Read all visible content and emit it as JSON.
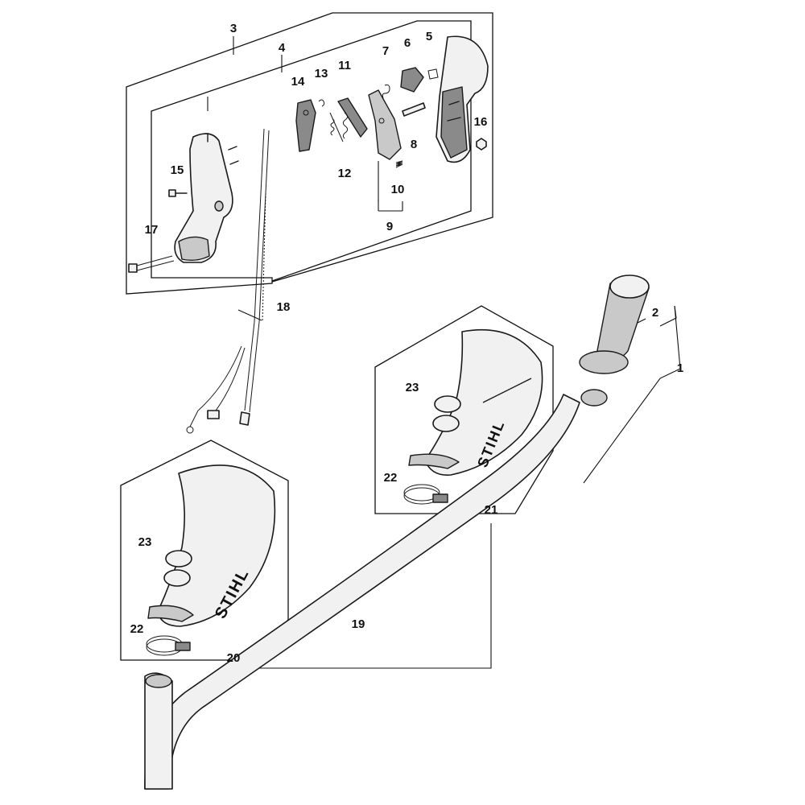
{
  "diagram": {
    "callouts": {
      "c1": "1",
      "c2": "2",
      "c3": "3",
      "c4": "4",
      "c5": "5",
      "c6": "6",
      "c7": "7",
      "c8": "8",
      "c9": "9",
      "c10": "10",
      "c11": "11",
      "c12": "12",
      "c13": "13",
      "c14": "14",
      "c15": "15",
      "c16": "16",
      "c17": "17",
      "c18": "18",
      "c19": "19",
      "c20": "20",
      "c21": "21",
      "c22a": "22",
      "c22b": "22",
      "c23a": "23",
      "c23b": "23"
    },
    "brand_mark": "STIHL"
  }
}
